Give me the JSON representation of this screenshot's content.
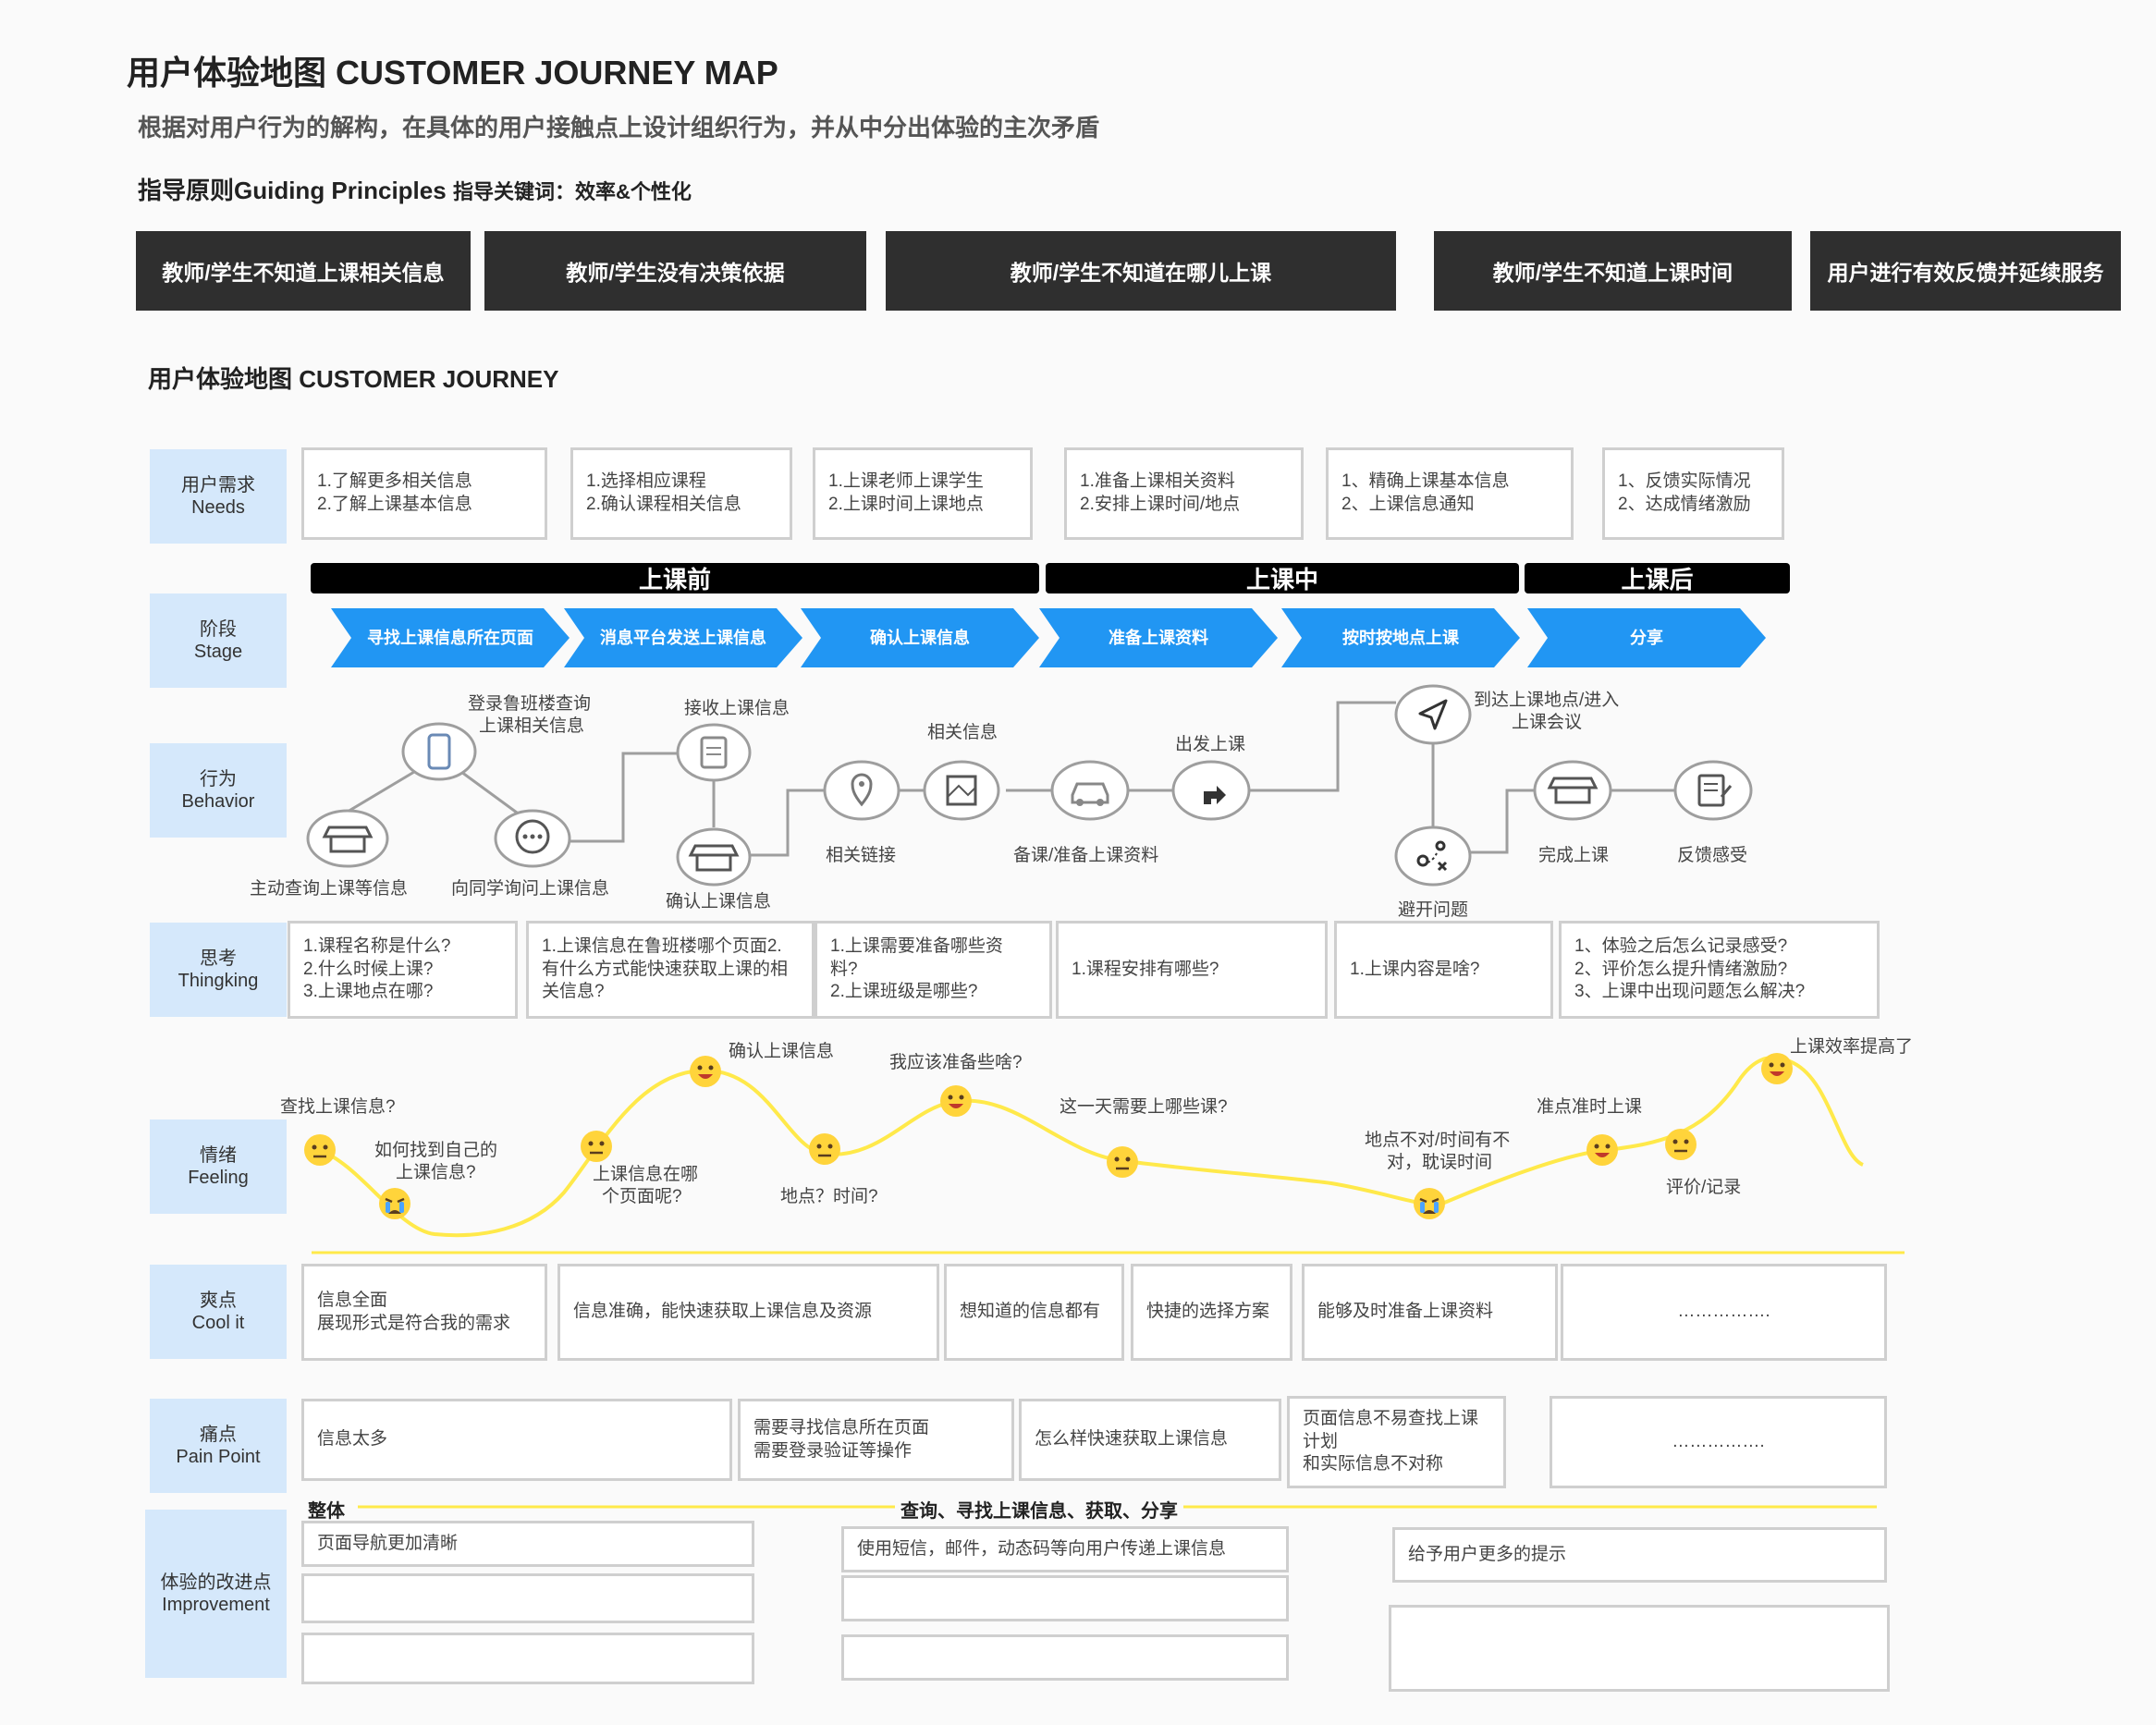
{
  "title": "用户体验地图  CUSTOMER JOURNEY MAP",
  "subtitle": "根据对用户行为的解构，在具体的用户接触点上设计组织行为，并从中分出体验的主次矛盾",
  "principles": {
    "label": "指导原则Guiding Principles",
    "keywords": "指导关键词：效率&个性化"
  },
  "problems": [
    "教师/学生不知道上课相关信息",
    "教师/学生没有决策依据",
    "教师/学生不知道在哪儿上课",
    "教师/学生不知道上课时间",
    "用户进行有效反馈并延续服务"
  ],
  "section_title": "用户体验地图  CUSTOMER JOURNEY",
  "rows": {
    "needs": {
      "zh": "用户需求",
      "en": "Needs"
    },
    "stage": {
      "zh": "阶段",
      "en": "Stage"
    },
    "behavior": {
      "zh": "行为",
      "en": "Behavior"
    },
    "thinking": {
      "zh": "思考",
      "en": "Thingking"
    },
    "feeling": {
      "zh": "情绪",
      "en": "Feeling"
    },
    "cool": {
      "zh": "爽点",
      "en": "Cool it"
    },
    "pain": {
      "zh": "痛点",
      "en": "Pain Point"
    },
    "improve": {
      "zh": "体验的改进点",
      "en": "Improvement"
    }
  },
  "needs": [
    [
      "1.了解更多相关信息",
      "2.了解上课基本信息"
    ],
    [
      "1.选择相应课程",
      "2.确认课程相关信息"
    ],
    [
      "1.上课老师上课学生",
      "2.上课时间上课地点"
    ],
    [
      "1.准备上课相关资料",
      "2.安排上课时间/地点"
    ],
    [
      "1、精确上课基本信息",
      "2、上课信息通知"
    ],
    [
      "1、反馈实际情况",
      "2、达成情绪激励"
    ]
  ],
  "phases": [
    "上课前",
    "上课中",
    "上课后"
  ],
  "stages": [
    "寻找上课信息所在页面",
    "消息平台发送上课信息",
    "确认上课信息",
    "准备上课资料",
    "按时按地点上课",
    "分享"
  ],
  "behaviors": {
    "b1": "主动查询上课等信息",
    "b2a": "登录鲁班楼查询",
    "b2b": "上课相关信息",
    "b3": "向同学询问上课信息",
    "b4": "接收上课信息",
    "b5": "确认上课信息",
    "b6": "相关链接",
    "b7": "相关信息",
    "b8": "备课/准备上课资料",
    "b9": "出发上课",
    "b10a": "到达上课地点/进入",
    "b10b": "上课会议",
    "b11": "避开问题",
    "b12": "完成上课",
    "b13": "反馈感受"
  },
  "thinking": [
    [
      "1.课程名称是什么?",
      "2.什么时候上课?",
      "3.上课地点在哪?"
    ],
    [
      "1.上课信息在鲁班楼哪个页面2.",
      "有什么方式能快速获取上课的相",
      "关信息?"
    ],
    [
      "1.上课需要准备哪些资",
      "料?",
      "2.上课班级是哪些?"
    ],
    [
      "1.课程安排有哪些?"
    ],
    [
      "1.上课内容是啥?"
    ],
    [
      "1、体验之后怎么记录感受?",
      "2、评价怎么提升情绪激励?",
      "3、上课中出现问题怎么解决?"
    ]
  ],
  "feelings": {
    "f1": "查找上课信息?",
    "f2a": "如何找到自己的",
    "f2b": "上课信息?",
    "f3a": "上课信息在哪",
    "f3b": "个页面呢?",
    "f4": "确认上课信息",
    "f5": "地点？时间?",
    "f6": "我应该准备些啥?",
    "f7": "这一天需要上哪些课?",
    "f8a": "地点不对/时间有不",
    "f8b": "对，耽误时间",
    "f9": "准点准时上课",
    "f10": "评价/记录",
    "f11": "上课效率提高了"
  },
  "cool": [
    [
      "信息全面",
      "展现形式是符合我的需求"
    ],
    [
      "信息准确，能快速获取上课信息及资源"
    ],
    [
      "想知道的信息都有"
    ],
    [
      "快捷的选择方案"
    ],
    [
      "能够及时准备上课资料"
    ],
    [
      "……………."
    ]
  ],
  "pain": [
    [
      "信息太多"
    ],
    [
      "需要寻找信息所在页面",
      "需要登录验证等操作"
    ],
    [
      "怎么样快速获取上课信息"
    ],
    [
      "页面信息不易查找上课计划",
      "和实际信息不对称"
    ],
    [
      "……………."
    ]
  ],
  "improve": {
    "label_overall": "整体",
    "label_query": "查询、寻找上课信息、获取、分享",
    "col1": [
      "页面导航更加清晰",
      "",
      ""
    ],
    "col2": [
      "使用短信，邮件，动态码等向用户传递上课信息",
      "",
      ""
    ],
    "col3": [
      "给予用户更多的提示",
      ""
    ]
  },
  "colors": {
    "stage": "#2196f3",
    "label_bg": "#d5e8fb",
    "curve": "#ffe94a",
    "dark": "#2f2f2f"
  }
}
